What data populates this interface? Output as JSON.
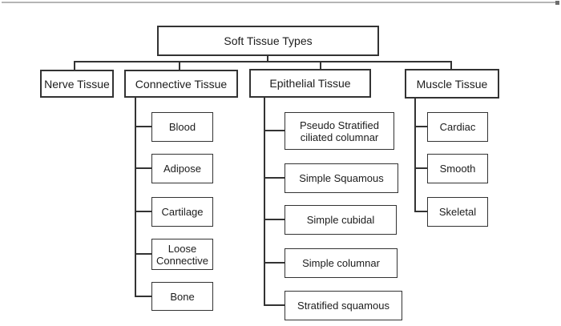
{
  "window": {
    "top_rule_color": "#b5b5b5",
    "rule_cap_color": "#6e6e6e"
  },
  "diagram": {
    "line_color": "#333333",
    "box_border_color": "#333333",
    "text_color": "#1c1c1c",
    "root": {
      "label": "Soft Tissue Types"
    },
    "branches": [
      {
        "label": "Nerve Tissue",
        "children": []
      },
      {
        "label": "Connective Tissue",
        "children": [
          "Blood",
          "Adipose",
          "Cartilage",
          "Loose Connective",
          "Bone"
        ]
      },
      {
        "label": "Epithelial Tissue",
        "children": [
          "Pseudo Stratified ciliated columnar",
          "Simple Squamous",
          "Simple cubidal",
          "Simple columnar",
          "Stratified squamous"
        ]
      },
      {
        "label": "Muscle Tissue",
        "children": [
          "Cardiac",
          "Smooth",
          "Skeletal"
        ]
      }
    ]
  }
}
